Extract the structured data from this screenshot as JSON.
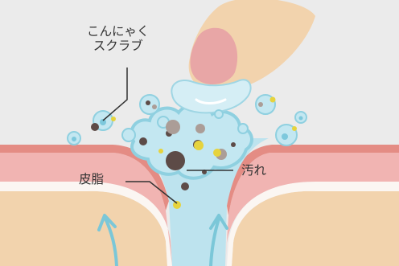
{
  "labels": {
    "scrub_line1": "こんにゃく",
    "scrub_line2": "スクラブ",
    "sebum": "皮脂",
    "dirt": "汚れ"
  },
  "colors": {
    "background": "#ebebeb",
    "skin_flesh": "#f2d3ad",
    "skin_pink": "#f1b4b2",
    "skin_pink_dark": "#e48c84",
    "white_band": "#fbf6f2",
    "pore_fill": "#bde3ee",
    "bubble": "#c3e7f1",
    "bubble_ring": "#7dc8dc",
    "arrow": "#7bc7d8",
    "particle_dark": "#5d4b47",
    "particle_gray": "#ab9d97",
    "particle_yellow": "#e6d33d",
    "finger": "#f2d3ad",
    "nail": "#e8a6a6",
    "leader_line": "#333333"
  }
}
